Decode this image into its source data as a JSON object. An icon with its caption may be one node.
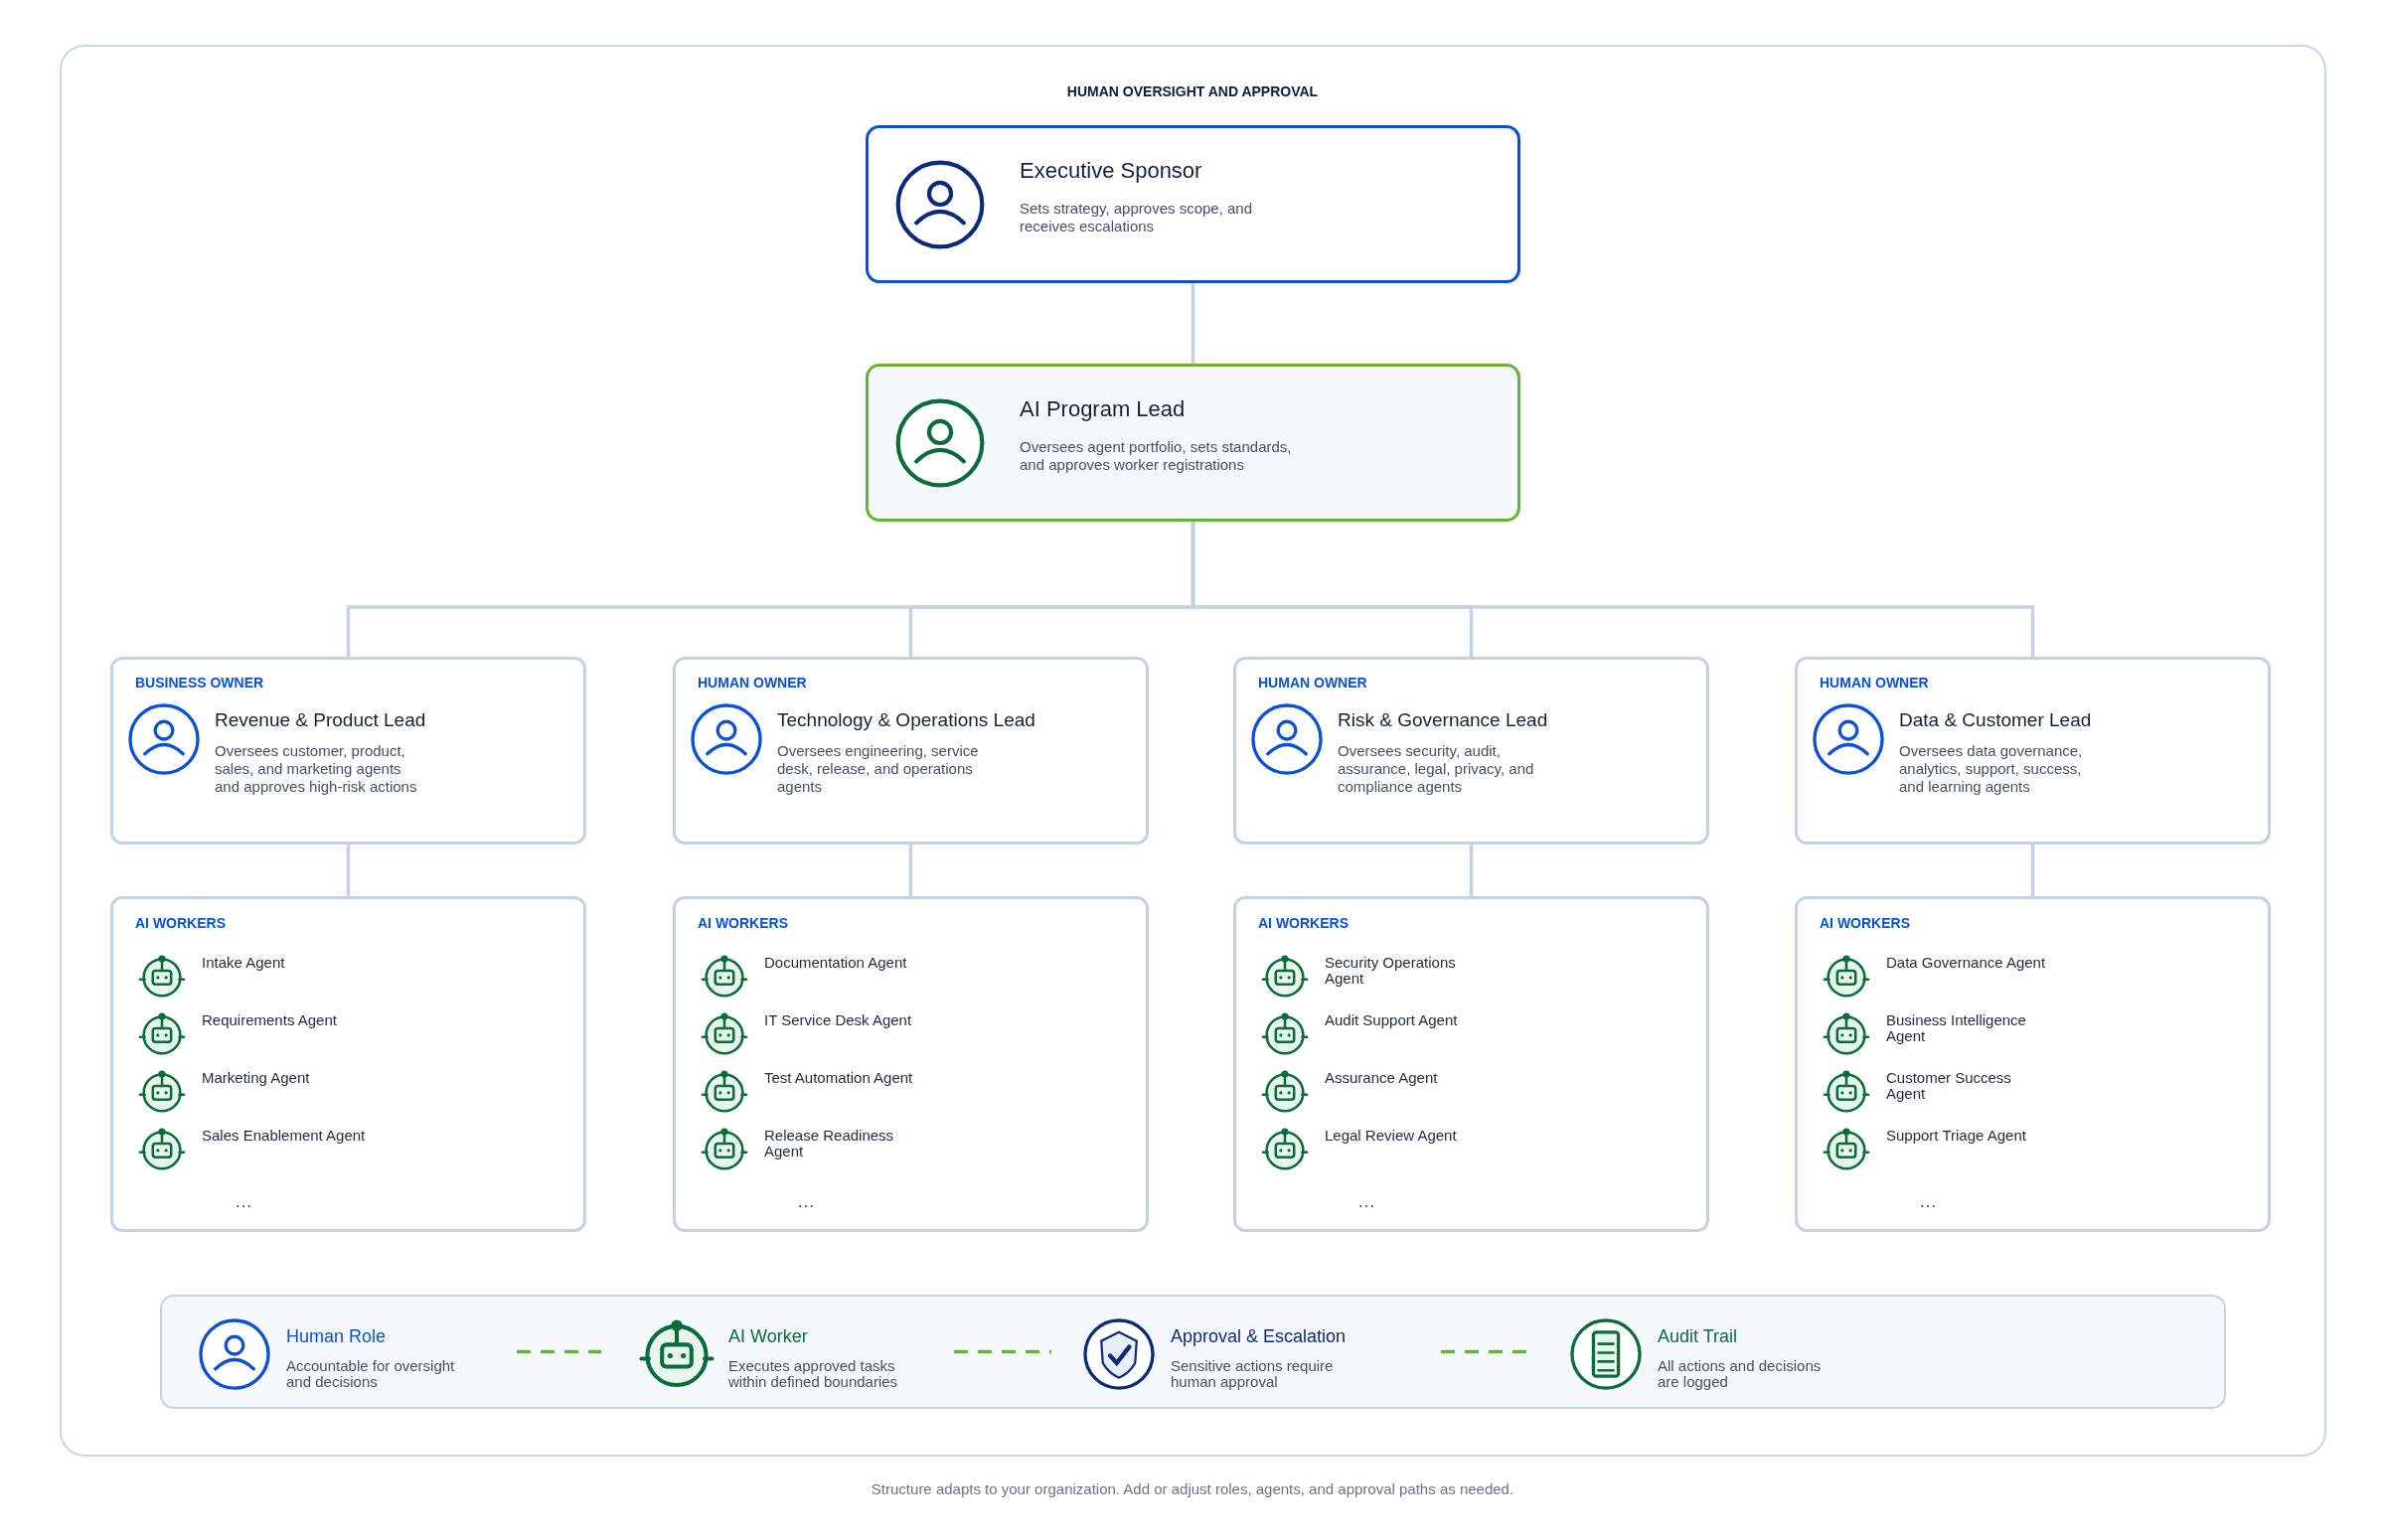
{
  "diagram": {
    "title": "HUMAN OVERSIGHT AND APPROVAL",
    "caption": "Structure adapts to your organization. Add or adjust roles, agents, and approval paths as needed.",
    "nodes": [
      {
        "text": [
          "Executive Sponsor",
          "Sets strategy, approves scope, and receives escalations"
        ]
      },
      {
        "text": [
          "AI Program Lead",
          "Oversees agent portfolio, sets standards, and approves worker registrations"
        ]
      },
      {
        "text": [
          "BUSINESS OWNER",
          "Revenue & Product Lead",
          "Oversees customer, product, sales, and marketing agents and approves high-risk actions"
        ]
      },
      {
        "text": [
          "HUMAN OWNER",
          "Technology & Operations Lead",
          "Oversees engineering, service desk, release, and operations agents"
        ]
      },
      {
        "text": [
          "HUMAN OWNER",
          "Risk & Governance Lead",
          "Oversees security, audit, assurance, legal, privacy, and compliance agents"
        ]
      },
      {
        "text": [
          "HUMAN OWNER",
          "Data & Customer Lead",
          "Oversees data governance, analytics, support, success, and learning agents"
        ]
      },
      {
        "text": [
          "AI WORKERS",
          "Intake Agent",
          "Requirements Agent",
          "Marketing Agent",
          "Sales Enablement Agent",
          "…"
        ]
      },
      {
        "text": [
          "AI WORKERS",
          "Documentation Agent",
          "IT Service Desk Agent",
          "Test Automation Agent",
          "Release Readiness Agent",
          "…"
        ]
      },
      {
        "text": [
          "AI WORKERS",
          "Security Operations Agent",
          "Audit Support Agent",
          "Assurance Agent",
          "Legal Review Agent",
          "…"
        ]
      },
      {
        "text": [
          "AI WORKERS",
          "Data Governance Agent",
          "Business Intelligence Agent",
          "Customer Success Agent",
          "Support Triage Agent",
          "…"
        ]
      },
      {
        "text": [],
        "shape": "box"
      },
      {
        "text": [
          "Human Role",
          "Accountable for oversight and decisions"
        ],
        "in": 10
      },
      {
        "text": [
          "AI Worker",
          "Executes approved tasks within defined boundaries"
        ],
        "in": 10
      },
      {
        "text": [
          "Approval & Escalation",
          "Sensitive actions require human approval"
        ],
        "in": 10
      },
      {
        "text": [
          "Audit Trail",
          "All actions and decisions are logged"
        ],
        "in": 10
      }
    ],
    "edges": [
      {
        "from": 0,
        "to": 1,
        "arrow": "none"
      },
      {
        "from": 1,
        "to": 2,
        "arrow": "none"
      },
      {
        "from": 1,
        "to": 3,
        "arrow": "none"
      },
      {
        "from": 1,
        "to": 4,
        "arrow": "none"
      },
      {
        "from": 1,
        "to": 5,
        "arrow": "none"
      },
      {
        "from": 2,
        "to": 6,
        "arrow": "none"
      },
      {
        "from": 3,
        "to": 7,
        "arrow": "none"
      },
      {
        "from": 4,
        "to": 8,
        "arrow": "none"
      },
      {
        "from": 5,
        "to": 9,
        "arrow": "none"
      },
      {
        "from": 11,
        "to": 12,
        "arrow": "none",
        "style": "dashed",
        "color": "#6ab42d"
      },
      {
        "from": 12,
        "to": 13,
        "arrow": "none",
        "style": "dashed",
        "color": "#6ab42d"
      },
      {
        "from": 13,
        "to": 14,
        "arrow": "none",
        "style": "dashed",
        "color": "#6ab42d"
      }
    ]
  }
}
